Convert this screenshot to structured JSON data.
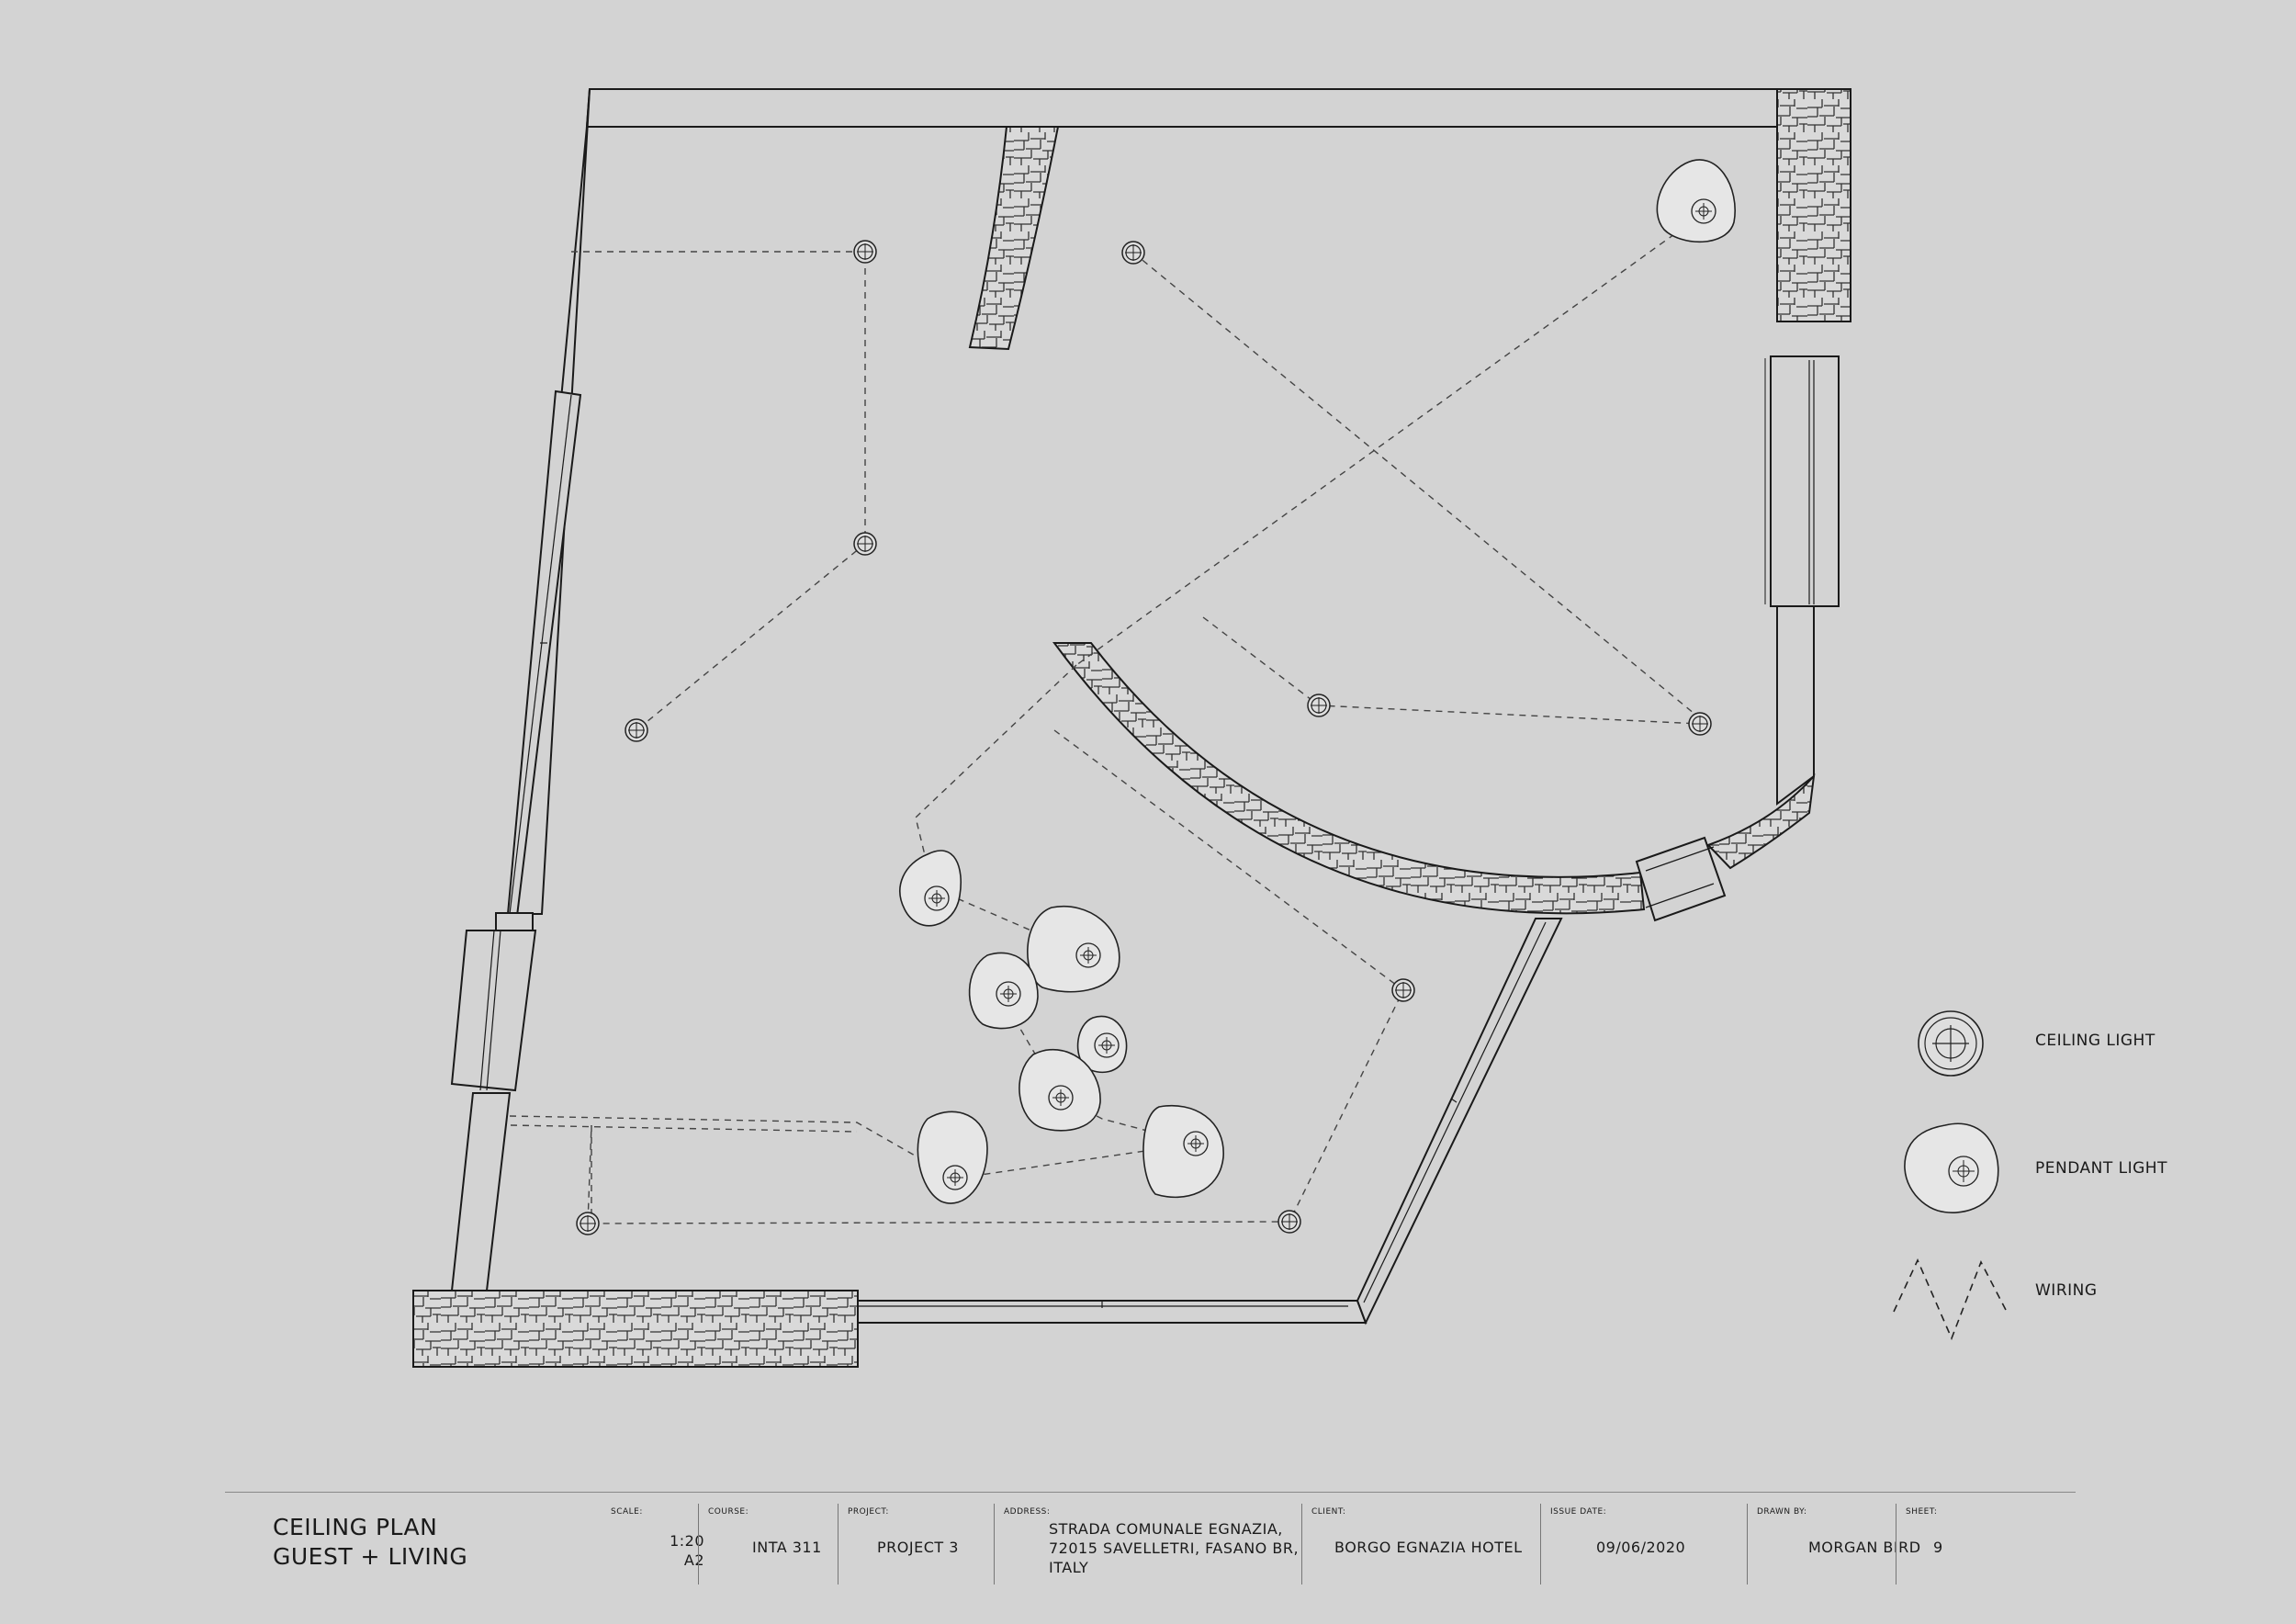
{
  "legend": {
    "ceiling_light": "CEILING LIGHT",
    "pendant_light": "PENDANT LIGHT",
    "wiring": "WIRING"
  },
  "title_block": {
    "title_line1": "CEILING PLAN",
    "title_line2": "GUEST + LIVING",
    "scale_label": "SCALE:",
    "scale_line1": "1:20",
    "scale_line2": "A2",
    "course_label": "COURSE:",
    "course": "INTA 311",
    "project_label": "PROJECT:",
    "project": "PROJECT 3",
    "address_label": "ADDRESS:",
    "address_line1": "STRADA COMUNALE EGNAZIA,",
    "address_line2": "72015 SAVELLETRI, FASANO BR,",
    "address_line3": "ITALY",
    "client_label": "CLIENT:",
    "client": "BORGO EGNAZIA HOTEL",
    "issue_label": "ISSUE DATE:",
    "issue_date": "09/06/2020",
    "drawn_label": "DRAWN BY:",
    "drawn_by": "MORGAN BIRD",
    "sheet_label": "SHEET:",
    "sheet": "9"
  },
  "colors": {
    "background": "#d3d3d3",
    "line": "#1a1a1a",
    "pendant_fill": "#e6e6e6"
  }
}
